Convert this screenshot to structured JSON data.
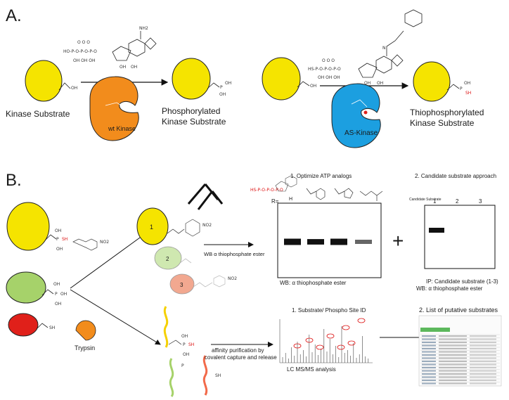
{
  "panel_a": {
    "label": "A.",
    "substrate_label": "Kinase Substrate",
    "phospho_label_1": "Phosphorylated",
    "phospho_label_2": "Kinase Substrate",
    "wt_kinase": "wt Kinase",
    "as_kinase": "AS-Kinase",
    "thio_label_1": "Thiophosphorylated",
    "thio_label_2": "Kinase Substrate",
    "atp_adenine_nh2": "NH2",
    "atp_phosphate": "HO-P-O-P-O-P-O",
    "atp_thio": "HS-P-O-P-O-P-O",
    "atp_n6": "N",
    "oh": "OH",
    "sh": "SH",
    "p": "P",
    "colors": {
      "substrate_yellow": "#f5e400",
      "wt_kinase": "#f28c1c",
      "as_kinase": "#1c9fe0",
      "thio_red": "#e0201a"
    }
  },
  "panel_b": {
    "label": "B.",
    "pnbm_label": "NO2",
    "sh_label": "SH",
    "trypsin": "Trypsin",
    "circle_numbers": [
      "1",
      "2",
      "3"
    ],
    "wb_arrow_label": "WB α thiophosphate ester",
    "optimize_title": "1. Optimize ATP analogs",
    "r_label": "R=",
    "h_label": "H",
    "blot1_caption": "WB: α thiophosphate ester",
    "plus": "+",
    "candidate_title": "2. Candidate substrate approach",
    "candidate_substrate_lbl": "Candidate Substrate",
    "lane_numbers": [
      "1",
      "2",
      "3"
    ],
    "ip_caption": "IP: Candidate substrate (1-3)",
    "wb_caption2": "WB: α thiophosphate ester",
    "phospho_site_title": "1. Substrate/ Phospho Site ID",
    "affinity_1": "affinity purification by",
    "affinity_2": "covalent capture and release",
    "lcms_label": "LC MS/MS analysis",
    "putative_title": "2. List of putative substrates",
    "blot1_bands": [
      1.0,
      0.8,
      1.0,
      0.5
    ],
    "blot2_bands": [
      1.0,
      0,
      0
    ]
  }
}
